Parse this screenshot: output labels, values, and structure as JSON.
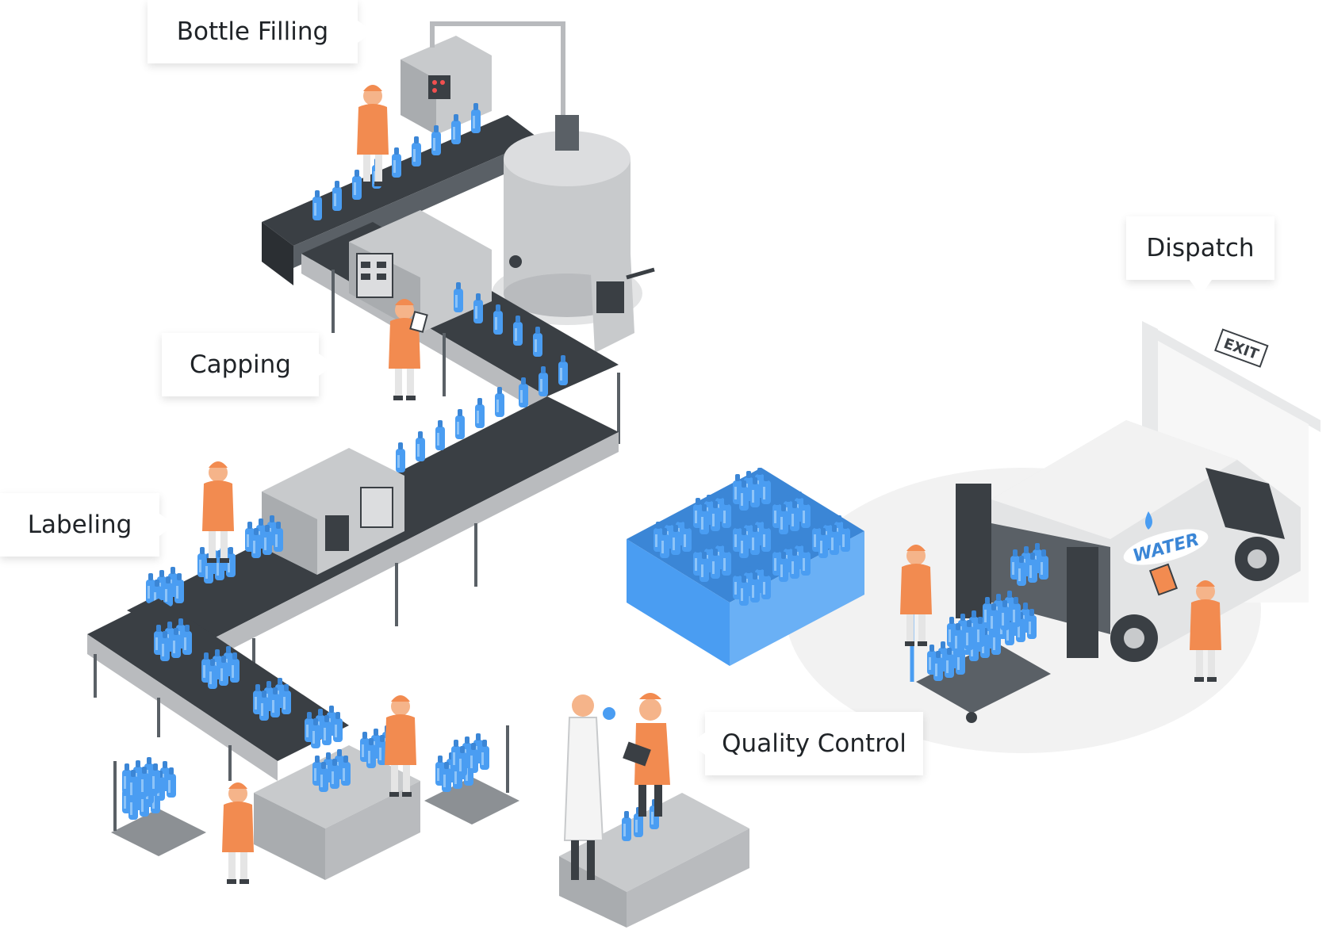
{
  "labels": {
    "bottle_filling": "Bottle Filling",
    "capping": "Capping",
    "labeling": "Labeling",
    "quality_control": "Quality Control",
    "dispatch": "Dispatch"
  },
  "signs": {
    "exit": "EXIT",
    "van_brand": "WATER"
  },
  "colors": {
    "bottle_blue": "#4a9df2",
    "worker_orange": "#f28b50",
    "machine_gray": "#c8cacc",
    "conveyor_dark": "#3a3f44",
    "floor_shadow": "#f2f2f2"
  },
  "icons": {
    "van_logo": "water-drop-icon"
  }
}
